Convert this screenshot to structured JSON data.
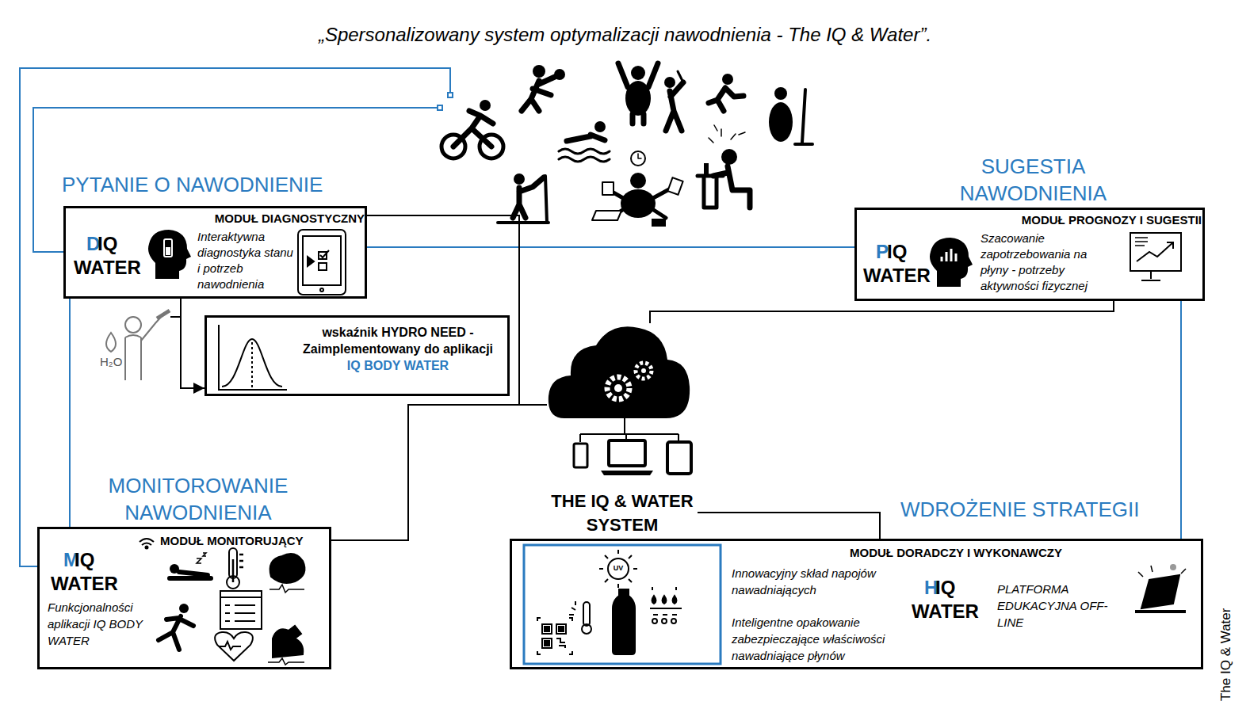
{
  "diagram": {
    "title": "„Spersonalizowany system optymalizacji nawodnienia - The IQ & Water”.",
    "nodes": [
      {
        "text": [
          "PYTANIE O NAWODNIENIE",
          "MODUŁ DIAGNOSTYCZNY",
          "D",
          "IQ WATER",
          "Interaktywna diagnostyka stanu i potrzeb nawodnienia"
        ]
      },
      {
        "text": [
          "SUGESTIA NAWODNIENIA",
          "MODUŁ PROGNOZY I SUGESTII",
          "P",
          "IQ WATER",
          "Szacowanie zapotrzebowania na płyny - potrzeby aktywności fizycznej"
        ]
      },
      {
        "text": [
          "wskaźnik HYDRO NEED - Zaimplementowany do aplikacji",
          "IQ BODY WATER"
        ]
      },
      {
        "text": [
          "THE IQ & WATER SYSTEM"
        ]
      },
      {
        "text": [
          "MONITOROWANIE NAWODNIENIA",
          "MODUŁ MONITORUJĄCY",
          "M",
          "IQ WATER",
          "Funkcjonalności aplikacji IQ BODY WATER"
        ]
      },
      {
        "text": [
          "WDROŻENIE STRATEGII",
          "MODUŁ DORADCZY I WYKONAWCZY",
          "Innowacyjny skład napojów nawadniających",
          "Inteligentne opakowanie zabezpieczające właściwości nawadniające płynów",
          "H",
          "IQ WATER",
          "PLATFORMA EDUKACYJNA OFF-LINE"
        ]
      }
    ],
    "edges": [
      {
        "from": 0,
        "to": 1,
        "arrow": "none"
      },
      {
        "from": 0,
        "to": 4,
        "arrow": "none"
      },
      {
        "from": 0,
        "to": 2,
        "arrow": "to"
      },
      {
        "from": 0,
        "to": 3,
        "arrow": "none"
      },
      {
        "from": 4,
        "to": 3,
        "arrow": "none"
      },
      {
        "from": 1,
        "to": 3,
        "arrow": "none"
      },
      {
        "from": 1,
        "to": 5,
        "arrow": "none"
      },
      {
        "from": 3,
        "to": 5,
        "arrow": "none"
      }
    ],
    "labels": [
      "H₂O",
      "UV",
      "The IQ & Water"
    ]
  }
}
